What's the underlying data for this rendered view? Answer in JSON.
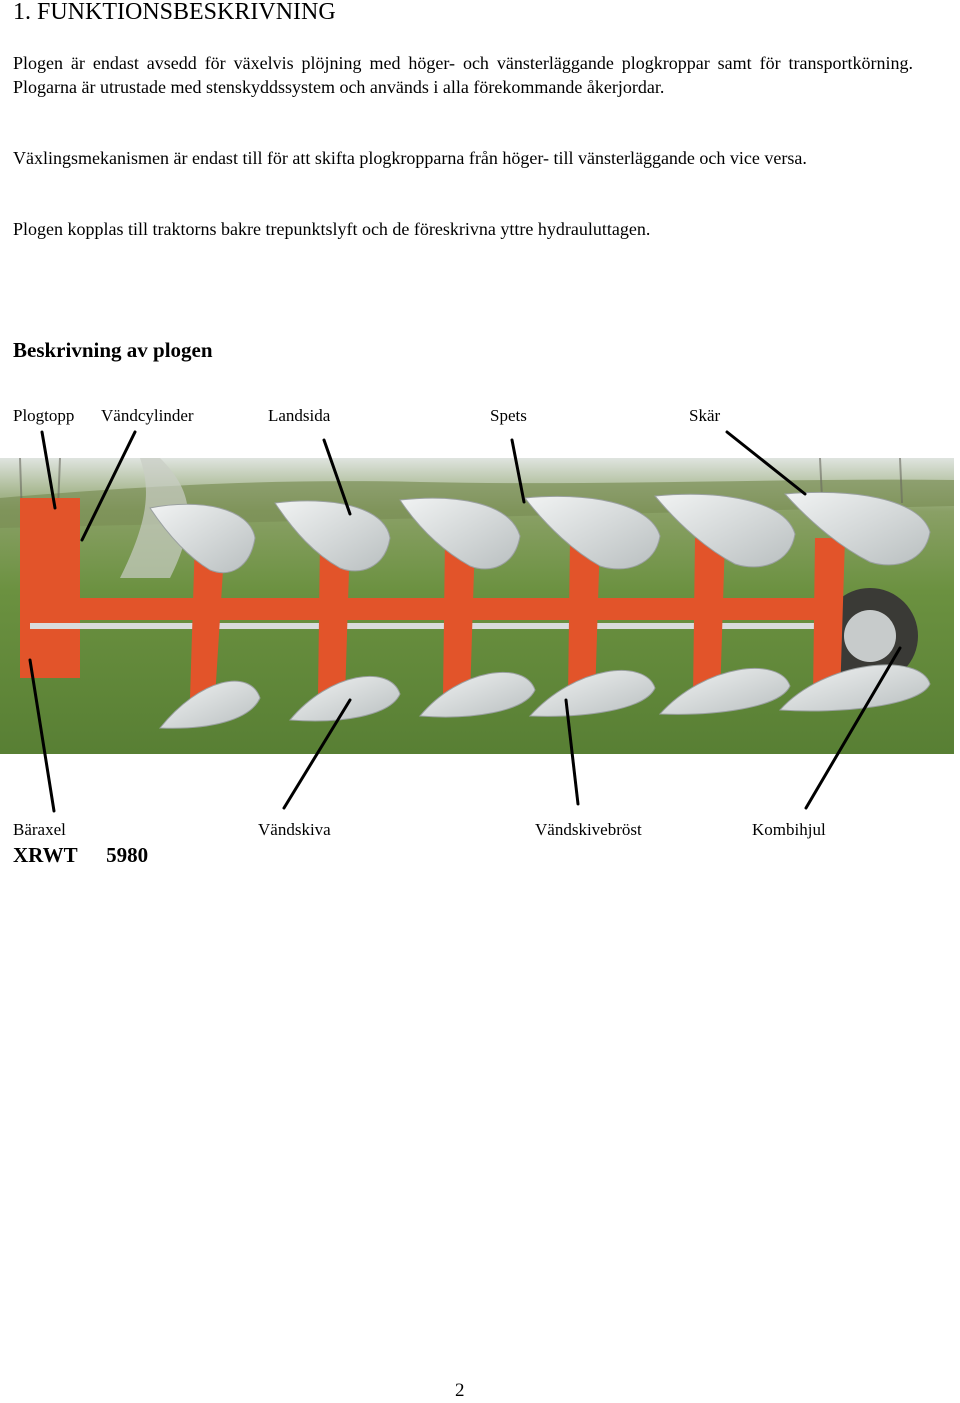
{
  "heading": "1. FUNKTIONSBESKRIVNING",
  "paragraphs": [
    "Plogen är endast avsedd för växelvis plöjning med höger- och vänsterläggande plogkroppar samt för transportkörning. Plogarna är utrustade med stenskyddssystem och används i alla förekommande åkerjordar.",
    "Växlingsmekanismen är endast till för att skifta plogkropparna från höger- till vänsterläggande och vice versa.",
    "Plogen kopplas till traktorns bakre trepunktslyft och de föreskrivna yttre hydrauluttagen."
  ],
  "section_title": "Beskrivning av plogen",
  "labels_top": [
    "Plogtopp",
    "Vändcylinder",
    "Landsida",
    "Spets",
    "Skär"
  ],
  "labels_bottom": [
    "Bäraxel",
    "Vändskiva",
    "Vändskivebröst",
    "Kombihjul"
  ],
  "model": {
    "name": "XRWT",
    "number": "5980"
  },
  "page_number": "2",
  "colors": {
    "frame": "#e2542a",
    "moldboard": "#cfd3d3",
    "grass": "#5f8a3a",
    "sky": "#e9ece9"
  }
}
